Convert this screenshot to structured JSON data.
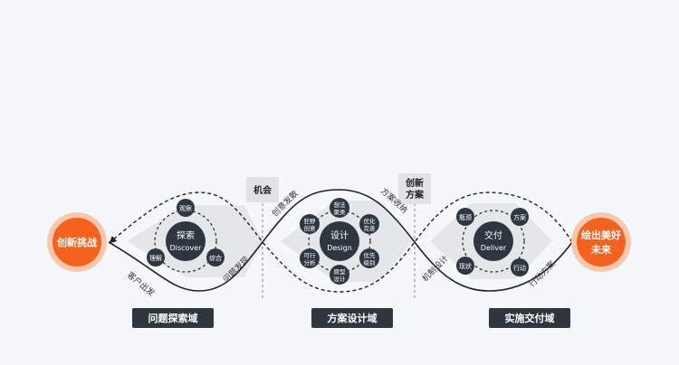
{
  "start_node": {
    "label": "创新挑战"
  },
  "end_node": {
    "label_line1": "绘出美好",
    "label_line2": "未来"
  },
  "colors": {
    "orange": "#f4621d",
    "orange_halo": "#f9c7ad",
    "dark": "#2e373f",
    "grey_box": "#dfe3e6",
    "line": "#222222"
  },
  "markers": {
    "opportunity": {
      "label": "机会"
    },
    "solution": {
      "label_line1": "创新",
      "label_line2": "方案"
    }
  },
  "flow_labels": {
    "customer_start": "客户出发",
    "problem_found": "问题发现",
    "creative_diverge": "创意发散",
    "solution_converge": "方案收纳",
    "mechanism_design": "机制设计",
    "action_plan": "行动方案"
  },
  "stages": [
    {
      "center_line1": "探索",
      "center_line2": "Discover",
      "satellites": [
        {
          "line1": "观察",
          "line2": ""
        },
        {
          "line1": "综合",
          "line2": ""
        },
        {
          "line1": "理解",
          "line2": ""
        }
      ],
      "domain": "问题探索域"
    },
    {
      "center_line1": "设计",
      "center_line2": "Design",
      "satellites": [
        {
          "line1": "想法",
          "line2": "聚类"
        },
        {
          "line1": "优化",
          "line2": "完善"
        },
        {
          "line1": "优先",
          "line2": "级别"
        },
        {
          "line1": "原型",
          "line2": "设计"
        },
        {
          "line1": "可行",
          "line2": "分析"
        },
        {
          "line1": "狂野",
          "line2": "创意"
        }
      ],
      "domain": "方案设计域"
    },
    {
      "center_line1": "交付",
      "center_line2": "Deliver",
      "satellites": [
        {
          "line1": "方案",
          "line2": ""
        },
        {
          "line1": "行动",
          "line2": ""
        },
        {
          "line1": "现状",
          "line2": ""
        },
        {
          "line1": "瓶颈",
          "line2": ""
        }
      ],
      "domain": "实施交付域"
    }
  ]
}
